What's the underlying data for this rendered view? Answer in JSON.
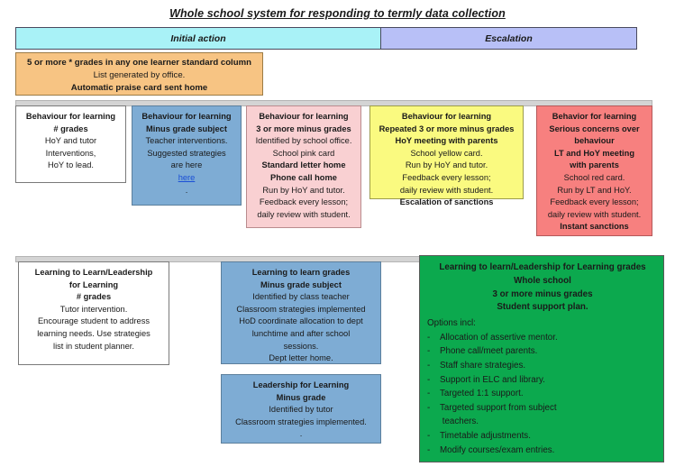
{
  "title": "Whole school system for responding to termly data collection",
  "phases": [
    {
      "label": "Initial action"
    },
    {
      "label": "Escalation"
    }
  ],
  "praise_box": {
    "lines": [
      {
        "text": "5 or more * grades in any one learner standard column",
        "bold": true
      },
      {
        "text": "List generated by office.",
        "bold": false
      },
      {
        "text": "Automatic praise card sent home",
        "bold": true
      }
    ]
  },
  "behaviour_row": [
    {
      "name": "behaviour-hash-grades",
      "color": "#FFFFFF",
      "lines": [
        {
          "text": "Behaviour for learning",
          "bold": true
        },
        {
          "text": "# grades",
          "bold": true
        },
        {
          "text": "HoY and tutor",
          "bold": false
        },
        {
          "text": "Interventions,",
          "bold": false
        },
        {
          "text": "HoY to lead.",
          "bold": false
        }
      ]
    },
    {
      "name": "behaviour-minus-grade-subject",
      "color": "#7EACD4",
      "lines": [
        {
          "text": "Behaviour for learning",
          "bold": true
        },
        {
          "text": "Minus grade subject",
          "bold": true
        },
        {
          "text": "Teacher interventions.",
          "bold": false
        },
        {
          "text": "Suggested strategies",
          "bold": false
        },
        {
          "text": "are here",
          "bold": false
        },
        {
          "text": "here",
          "bold": false,
          "link": true
        },
        {
          "text": ".",
          "bold": false
        }
      ]
    },
    {
      "name": "behaviour-3-or-more-minus",
      "color": "#F9D0D2",
      "lines": [
        {
          "text": "Behaviour for learning",
          "bold": true
        },
        {
          "text": "3 or more minus grades",
          "bold": true
        },
        {
          "text": "Identified by school office.",
          "bold": false
        },
        {
          "text": "School pink card",
          "bold": false
        },
        {
          "text": "Standard letter home",
          "bold": true
        },
        {
          "text": "Phone call home",
          "bold": true
        },
        {
          "text": "Run by HoY and tutor.",
          "bold": false
        },
        {
          "text": "Feedback every lesson;",
          "bold": false
        },
        {
          "text": "daily review with student.",
          "bold": false
        }
      ]
    },
    {
      "name": "behaviour-repeated-3-or-more-minus",
      "color": "#FAFA80",
      "lines": [
        {
          "text": "Behaviour for learning",
          "bold": true
        },
        {
          "text": "Repeated 3 or more minus grades",
          "bold": true
        },
        {
          "text": "HoY meeting with parents",
          "bold": true
        },
        {
          "text": "School yellow card.",
          "bold": false
        },
        {
          "text": "Run by HoY and tutor.",
          "bold": false
        },
        {
          "text": "Feedback every lesson;",
          "bold": false
        },
        {
          "text": "daily review with student.",
          "bold": false
        },
        {
          "text": "Escalation of sanctions",
          "bold": true
        }
      ]
    },
    {
      "name": "behaviour-serious-concerns",
      "color": "#F7807F",
      "lines": [
        {
          "text": "Behavior for learning",
          "bold": true
        },
        {
          "text": "Serious concerns over",
          "bold": true
        },
        {
          "text": "behaviour",
          "bold": true
        },
        {
          "text": "LT and HoY meeting",
          "bold": true
        },
        {
          "text": "with parents",
          "bold": true
        },
        {
          "text": "School red card.",
          "bold": false
        },
        {
          "text": "Run by LT and HoY.",
          "bold": false
        },
        {
          "text": "Feedback every lesson;",
          "bold": false
        },
        {
          "text": "daily review with student.",
          "bold": false
        },
        {
          "text": "Instant sanctions",
          "bold": true
        }
      ]
    }
  ],
  "learning_row": [
    {
      "name": "learning-to-learn-hash-grades",
      "color": "#FFFFFF",
      "lines": [
        {
          "text": "Learning to Learn/Leadership",
          "bold": true
        },
        {
          "text": "for Learning",
          "bold": true
        },
        {
          "text": "# grades",
          "bold": true
        },
        {
          "text": "Tutor intervention.",
          "bold": false
        },
        {
          "text": "Encourage student to address",
          "bold": false
        },
        {
          "text": "learning needs.  Use strategies",
          "bold": false
        },
        {
          "text": "list in student planner.",
          "bold": false
        }
      ]
    },
    {
      "name": "learning-to-learn-minus-grade-subject",
      "color": "#7EACD4",
      "lines": [
        {
          "text": "Learning to learn grades",
          "bold": true
        },
        {
          "text": "Minus grade subject",
          "bold": true
        },
        {
          "text": "Identified by class teacher",
          "bold": false
        },
        {
          "text": "Classroom strategies implemented",
          "bold": false
        },
        {
          "text": "HoD coordinate allocation to dept",
          "bold": false
        },
        {
          "text": "lunchtime and after school",
          "bold": false
        },
        {
          "text": "sessions.",
          "bold": false
        },
        {
          "text": "Dept letter home.",
          "bold": false
        }
      ]
    },
    {
      "name": "leadership-for-learning-minus-grade",
      "color": "#7EACD4",
      "lines": [
        {
          "text": "Leadership for Learning",
          "bold": true
        },
        {
          "text": "Minus grade",
          "bold": true
        },
        {
          "text": "Identified by tutor",
          "bold": false
        },
        {
          "text": "Classroom strategies implemented.",
          "bold": false
        },
        {
          "text": ".",
          "bold": false
        }
      ]
    }
  ],
  "support_plan": {
    "name": "student-support-plan",
    "color": "#0CA94E",
    "heading": [
      "Learning to learn/Leadership for Learning grades",
      "Whole school",
      "3 or more minus grades",
      "Student support plan."
    ],
    "options_label": "Options incl:",
    "options": [
      "Allocation of assertive mentor.",
      "Phone call/meet parents.",
      "Staff share strategies.",
      "Support in ELC and library.",
      "Targeted 1:1 support.",
      "Targeted support from subject\n teachers.",
      "Timetable adjustments.",
      "Modify courses/exam entries."
    ]
  }
}
